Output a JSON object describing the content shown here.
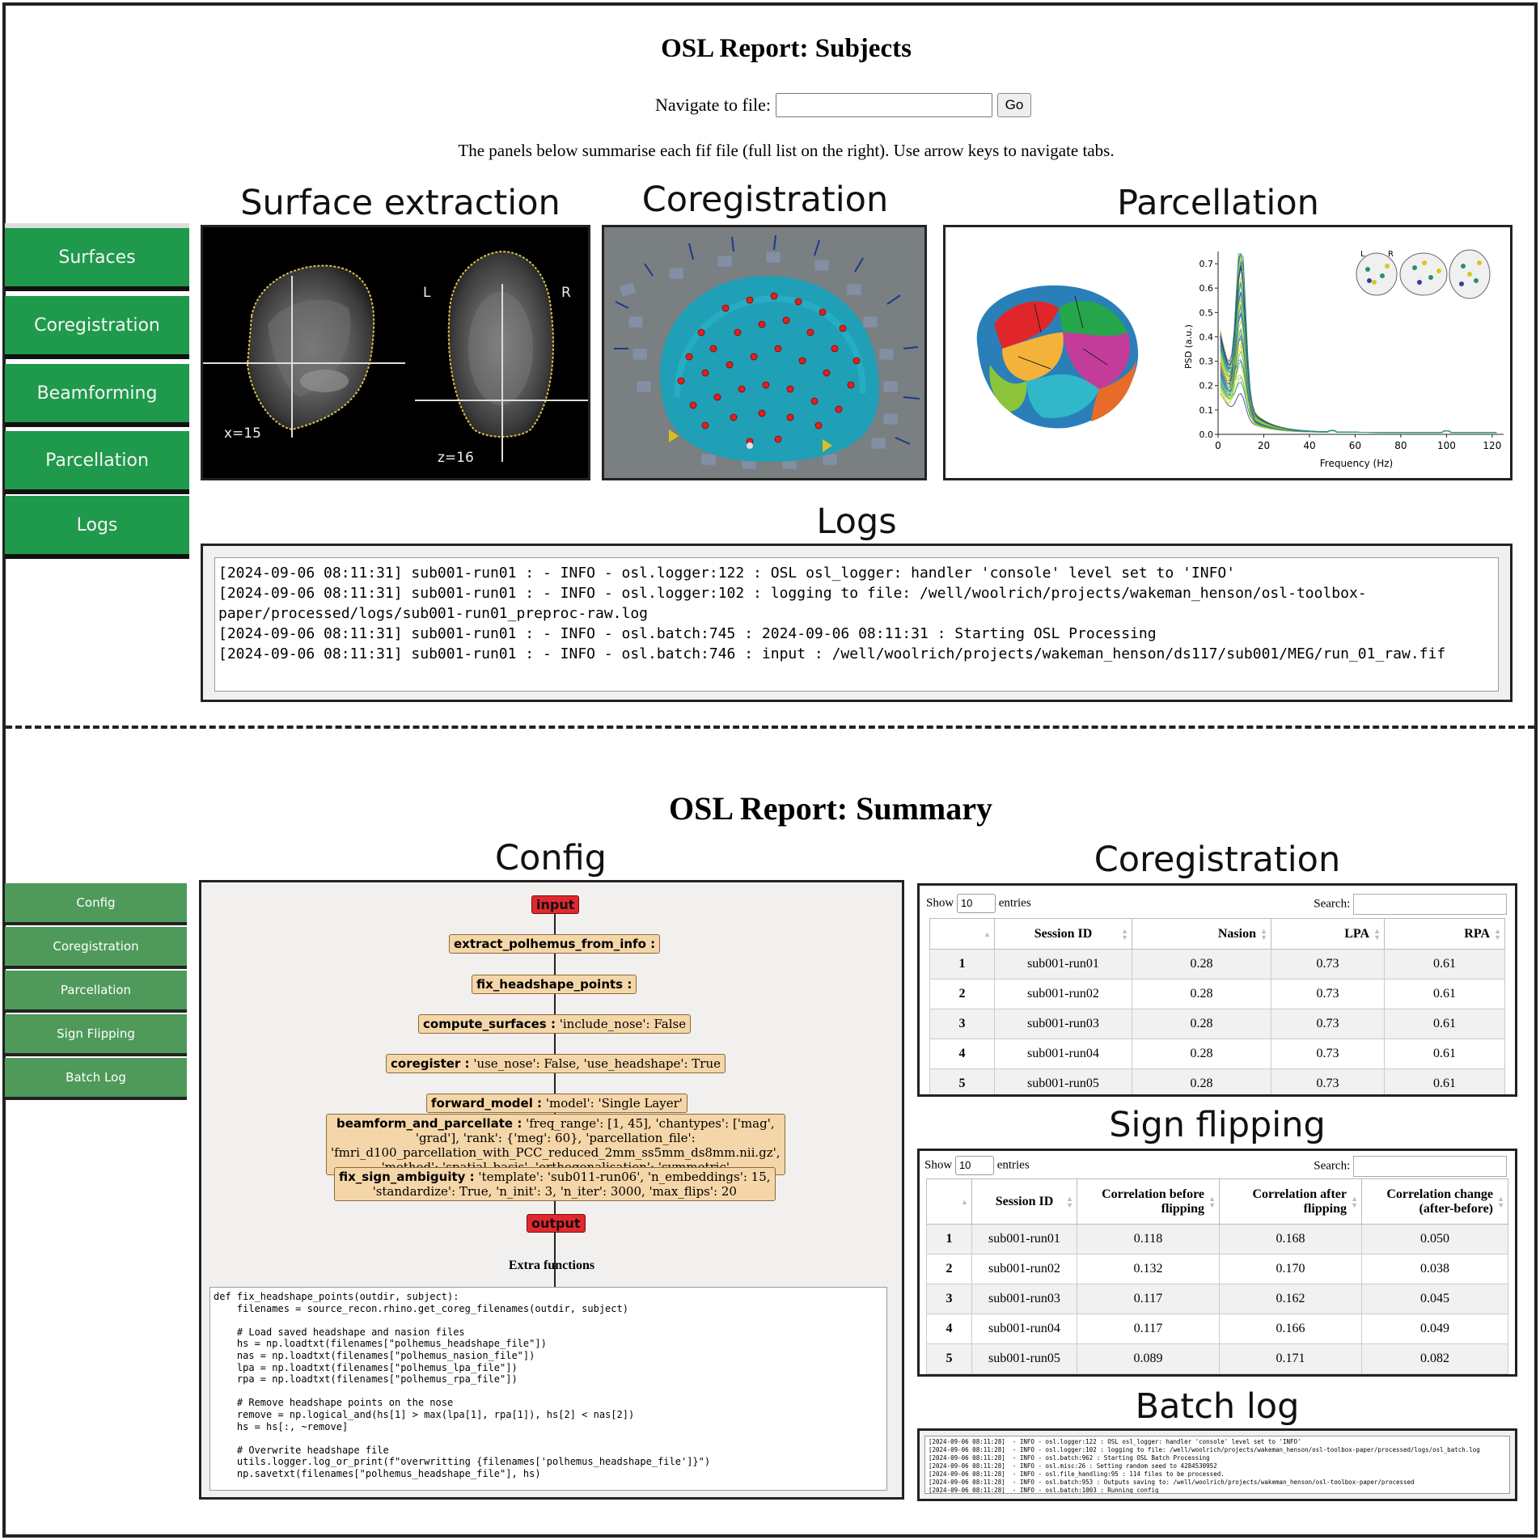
{
  "subjects": {
    "title": "OSL Report: Subjects",
    "navigate_label": "Navigate to file:",
    "navigate_input_value": "",
    "go_label": "Go",
    "intro": "The panels below summarise each fif file (full list on the right). Use arrow keys to navigate tabs.",
    "tabs": [
      {
        "label": "Surfaces"
      },
      {
        "label": "Coregistration"
      },
      {
        "label": "Beamforming"
      },
      {
        "label": "Parcellation"
      },
      {
        "label": "Logs"
      }
    ],
    "panel_titles": {
      "surface": "Surface extraction",
      "coreg": "Coregistration",
      "parcellation": "Parcellation",
      "logs": "Logs"
    },
    "mri": {
      "left_label": "L",
      "right_label": "R",
      "x_label": "x=15",
      "z_label": "z=16"
    },
    "psd": {
      "ylabel": "PSD (a.u.)",
      "xlabel": "Frequency (Hz)",
      "yticks": [
        "0.0",
        "0.1",
        "0.2",
        "0.3",
        "0.4",
        "0.5",
        "0.6",
        "0.7"
      ],
      "xticks": [
        "0",
        "20",
        "40",
        "60",
        "80",
        "100",
        "120"
      ],
      "xlim": [
        0,
        125
      ],
      "ylim": [
        0,
        0.75
      ],
      "inset_labels": [
        "L",
        "R"
      ]
    },
    "log_text": "[2024-09-06 08:11:31] sub001-run01 : - INFO - osl.logger:122 : OSL osl_logger: handler 'console' level set to 'INFO'\n[2024-09-06 08:11:31] sub001-run01 : - INFO - osl.logger:102 : logging to file: /well/woolrich/projects/wakeman_henson/osl-toolbox-paper/processed/logs/sub001-run01_preproc-raw.log\n[2024-09-06 08:11:31] sub001-run01 : - INFO - osl.batch:745 : 2024-09-06 08:11:31 : Starting OSL Processing\n[2024-09-06 08:11:31] sub001-run01 : - INFO - osl.batch:746 : input : /well/woolrich/projects/wakeman_henson/ds117/sub001/MEG/run_01_raw.fif"
  },
  "summary": {
    "title": "OSL Report: Summary",
    "tabs": [
      {
        "label": "Config"
      },
      {
        "label": "Coregistration"
      },
      {
        "label": "Parcellation"
      },
      {
        "label": "Sign Flipping"
      },
      {
        "label": "Batch Log"
      }
    ],
    "panel_titles": {
      "config": "Config",
      "coreg": "Coregistration",
      "sign": "Sign flipping",
      "batch": "Batch log"
    },
    "pipeline": {
      "input": "input",
      "output": "output",
      "steps": [
        {
          "name": "extract_polhemus_from_info :",
          "args": ""
        },
        {
          "name": "fix_headshape_points :",
          "args": ""
        },
        {
          "name": "compute_surfaces :",
          "args": "'include_nose': False"
        },
        {
          "name": "coregister :",
          "args": "'use_nose': False, 'use_headshape': True"
        },
        {
          "name": "forward_model :",
          "args": "'model': 'Single Layer'"
        },
        {
          "name": "beamform_and_parcellate :",
          "args": "'freq_range': [1, 45], 'chantypes': ['mag',",
          "args2": "'grad'], 'rank': {'meg': 60}, 'parcellation_file':",
          "args3": "'fmri_d100_parcellation_with_PCC_reduced_2mm_ss5mm_ds8mm.nii.gz',",
          "args4": "'method': 'spatial_basis', 'orthogonalisation': 'symmetric'"
        },
        {
          "name": "fix_sign_ambiguity :",
          "args": "'template': 'sub011-run06', 'n_embeddings': 15,",
          "args2": "'standardize': True, 'n_init': 3, 'n_iter': 3000, 'max_flips': 20"
        }
      ]
    },
    "extra_functions_label": "Extra functions",
    "code": "def fix_headshape_points(outdir, subject):\n    filenames = source_recon.rhino.get_coreg_filenames(outdir, subject)\n\n    # Load saved headshape and nasion files\n    hs = np.loadtxt(filenames[\"polhemus_headshape_file\"])\n    nas = np.loadtxt(filenames[\"polhemus_nasion_file\"])\n    lpa = np.loadtxt(filenames[\"polhemus_lpa_file\"])\n    rpa = np.loadtxt(filenames[\"polhemus_rpa_file\"])\n\n    # Remove headshape points on the nose\n    remove = np.logical_and(hs[1] > max(lpa[1], rpa[1]), hs[2] < nas[2])\n    hs = hs[:, ~remove]\n\n    # Overwrite headshape file\n    utils.logger.log_or_print(f\"overwritting {filenames['polhemus_headshape_file']}\")\n    np.savetxt(filenames[\"polhemus_headshape_file\"], hs)",
    "table_controls": {
      "show": "Show",
      "entries_value": "10",
      "entries": "entries",
      "search": "Search:"
    },
    "coreg_table": {
      "columns": [
        "",
        "Session ID",
        "Nasion",
        "LPA",
        "RPA"
      ],
      "rows": [
        [
          "1",
          "sub001-run01",
          "0.28",
          "0.73",
          "0.61"
        ],
        [
          "2",
          "sub001-run02",
          "0.28",
          "0.73",
          "0.61"
        ],
        [
          "3",
          "sub001-run03",
          "0.28",
          "0.73",
          "0.61"
        ],
        [
          "4",
          "sub001-run04",
          "0.28",
          "0.73",
          "0.61"
        ],
        [
          "5",
          "sub001-run05",
          "0.28",
          "0.73",
          "0.61"
        ]
      ]
    },
    "sign_table": {
      "columns": [
        "",
        "Session ID",
        "Correlation before flipping",
        "Correlation after flipping",
        "Correlation change (after-before)"
      ],
      "rows": [
        [
          "1",
          "sub001-run01",
          "0.118",
          "0.168",
          "0.050"
        ],
        [
          "2",
          "sub001-run02",
          "0.132",
          "0.170",
          "0.038"
        ],
        [
          "3",
          "sub001-run03",
          "0.117",
          "0.162",
          "0.045"
        ],
        [
          "4",
          "sub001-run04",
          "0.117",
          "0.166",
          "0.049"
        ],
        [
          "5",
          "sub001-run05",
          "0.089",
          "0.171",
          "0.082"
        ]
      ]
    },
    "batch_log": "[2024-09-06 08:11:28]  - INFO - osl.logger:122 : OSL osl_logger: handler 'console' level set to 'INFO'\n[2024-09-06 08:11:28]  - INFO - osl.logger:102 : logging to file: /well/woolrich/projects/wakeman_henson/osl-toolbox-paper/processed/logs/osl_batch.log\n[2024-09-06 08:11:28]  - INFO - osl.batch:962 : Starting OSL Batch Processing\n[2024-09-06 08:11:28]  - INFO - osl.misc:26 : Setting random seed to 4284530952\n[2024-09-06 08:11:28]  - INFO - osl.file_handling:95 : 114 files to be processed.\n[2024-09-06 08:11:28]  - INFO - osl.batch:953 : Outputs saving to: /well/woolrich/projects/wakeman_henson/osl-toolbox-paper/processed\n[2024-09-06 08:11:28]  - INFO - osl.batch:1003 : Running config"
  },
  "colors": {
    "tab_green": "#1f9a4c",
    "tab_green_summary": "#4f9a5b",
    "node_fill": "#f5d6a8",
    "io_node": "#e0282e"
  }
}
